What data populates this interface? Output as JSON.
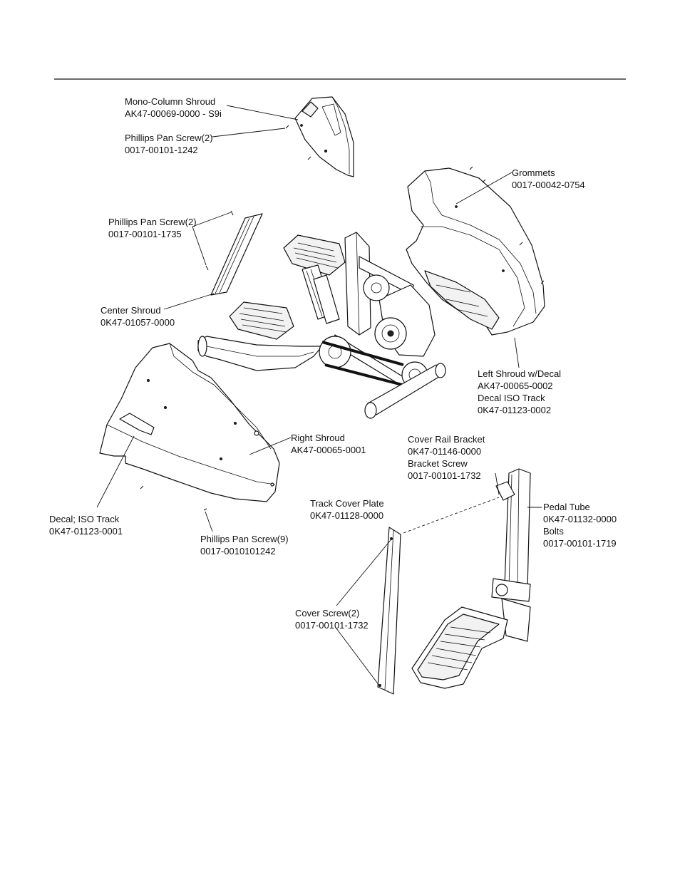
{
  "callouts": {
    "mono_column_shroud": [
      "Mono-Column Shroud",
      "AK47-00069-0000 - S9i"
    ],
    "phillips_pan_screw_top": [
      "Phillips Pan Screw(2)",
      "0017-00101-1242"
    ],
    "grommets": [
      "Grommets",
      "0017-00042-0754"
    ],
    "phillips_pan_screw_center": [
      "Phillips Pan Screw(2)",
      "0017-00101-1735"
    ],
    "center_shroud": [
      "Center Shroud",
      "0K47-01057-0000"
    ],
    "left_shroud": [
      "Left Shroud w/Decal",
      "AK47-00065-0002",
      "Decal ISO Track",
      "0K47-01123-0002"
    ],
    "right_shroud": [
      "Right Shroud",
      "AK47-00065-0001"
    ],
    "cover_rail_bracket": [
      "Cover Rail Bracket",
      "0K47-01146-0000",
      "Bracket Screw",
      "0017-00101-1732"
    ],
    "track_cover_plate": [
      "Track Cover Plate",
      "0K47-01128-0000"
    ],
    "pedal_tube": [
      "Pedal Tube",
      "0K47-01132-0000",
      "Bolts",
      "0017-00101-1719"
    ],
    "decal_iso_track": [
      "Decal; ISO Track",
      "0K47-01123-0001"
    ],
    "phillips_pan_screw_bottom": [
      "Phillips Pan Screw(9)",
      "0017-0010101242"
    ],
    "cover_screw": [
      "Cover Screw(2)",
      "0017-00101-1732"
    ]
  }
}
